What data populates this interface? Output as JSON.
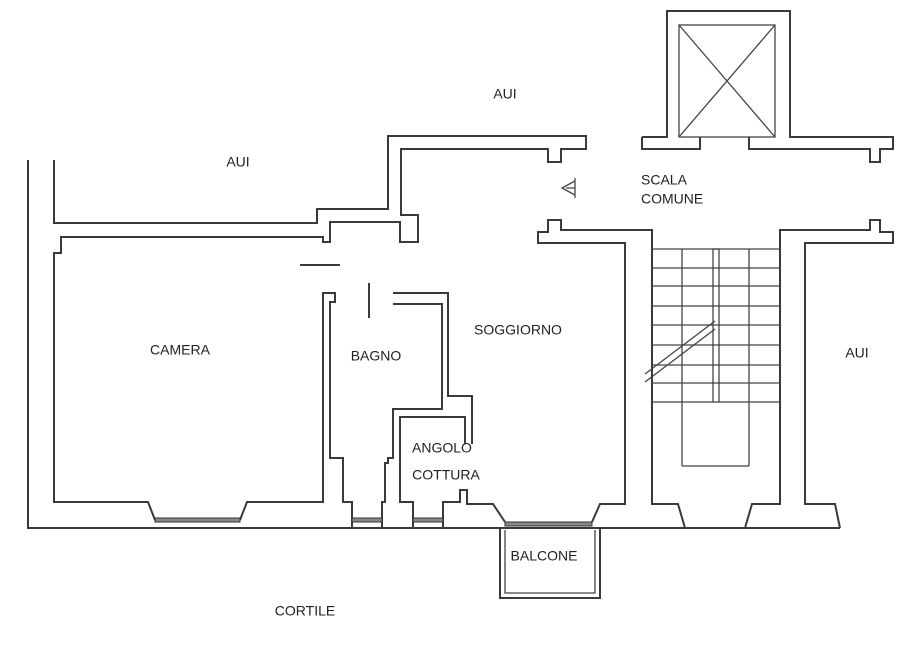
{
  "title": "Floor plan",
  "rooms": {
    "aui_top_left": "AUI",
    "aui_top": "AUI",
    "aui_right": "AUI",
    "scala_line1": "SCALA",
    "scala_line2": "COMUNE",
    "camera": "CAMERA",
    "bagno": "BAGNO",
    "soggiorno": "SOGGIORNO",
    "angolo_line1": "ANGOLO",
    "angolo_line2": "COTTURA",
    "balcone": "BALCONE",
    "cortile": "CORTILE"
  },
  "colors": {
    "wall": "#3a3a3a",
    "text": "#222222"
  }
}
